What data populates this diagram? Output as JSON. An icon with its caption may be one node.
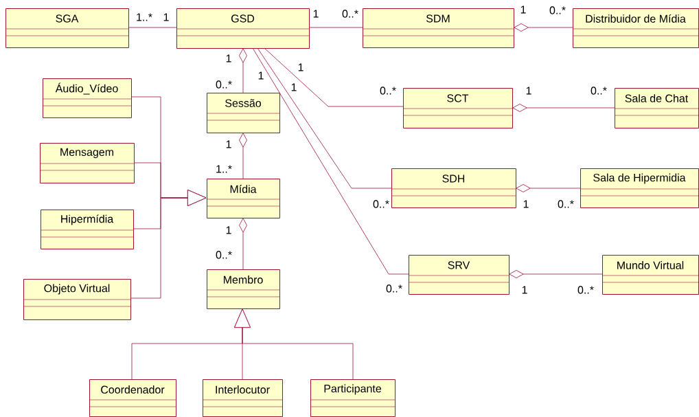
{
  "diagram": {
    "nodes": [
      {
        "text": [
          "SGA"
        ]
      },
      {
        "text": [
          "GSD"
        ]
      },
      {
        "text": [
          "SDM"
        ]
      },
      {
        "text": [
          "Distribuidor de Mídia"
        ]
      },
      {
        "text": [
          "Áudio_Vídeo"
        ]
      },
      {
        "text": [
          "Sessão"
        ]
      },
      {
        "text": [
          "SCT"
        ]
      },
      {
        "text": [
          "Sala de Chat"
        ]
      },
      {
        "text": [
          "Mensagem"
        ]
      },
      {
        "text": [
          "Mídia"
        ]
      },
      {
        "text": [
          "SDH"
        ]
      },
      {
        "text": [
          "Sala de Hipermidia"
        ]
      },
      {
        "text": [
          "Hipermídia"
        ]
      },
      {
        "text": [
          "SRV"
        ]
      },
      {
        "text": [
          "Mundo Virtual"
        ]
      },
      {
        "text": [
          "Objeto Virtual"
        ]
      },
      {
        "text": [
          "Membro"
        ]
      },
      {
        "text": [
          "Coordenador"
        ]
      },
      {
        "text": [
          "Interlocutor"
        ]
      },
      {
        "text": [
          "Participante"
        ]
      }
    ],
    "edges": [
      {
        "from": 0,
        "to": 1,
        "arrow": "none"
      },
      {
        "from": 1,
        "to": 2,
        "arrow": "none"
      },
      {
        "from": 2,
        "to": 3,
        "arrow": "other"
      },
      {
        "from": 1,
        "to": 5,
        "arrow": "other"
      },
      {
        "from": 1,
        "to": 6,
        "arrow": "none"
      },
      {
        "from": 1,
        "to": 10,
        "arrow": "none"
      },
      {
        "from": 1,
        "to": 13,
        "arrow": "none"
      },
      {
        "from": 6,
        "to": 7,
        "arrow": "other"
      },
      {
        "from": 5,
        "to": 9,
        "arrow": "other"
      },
      {
        "from": 10,
        "to": 11,
        "arrow": "other"
      },
      {
        "from": 13,
        "to": 14,
        "arrow": "other"
      },
      {
        "from": 9,
        "to": 16,
        "arrow": "other"
      },
      {
        "from": 4,
        "to": 9,
        "arrow": "to"
      },
      {
        "from": 8,
        "to": 9,
        "arrow": "to"
      },
      {
        "from": 12,
        "to": 9,
        "arrow": "to"
      },
      {
        "from": 15,
        "to": 9,
        "arrow": "to"
      },
      {
        "from": 17,
        "to": 16,
        "arrow": "to"
      },
      {
        "from": 18,
        "to": 16,
        "arrow": "to"
      },
      {
        "from": 19,
        "to": 16,
        "arrow": "to"
      }
    ],
    "labels": [
      "1",
      "1..*",
      "1",
      "1",
      "0..*",
      "0..*",
      "1",
      "1",
      "1",
      "0..*",
      "1",
      "0..*",
      "1",
      "0..*",
      "1",
      "1..*",
      "0..*",
      "1",
      "0..*",
      "1",
      "0..*",
      "0..*",
      "1",
      "0..*"
    ]
  }
}
